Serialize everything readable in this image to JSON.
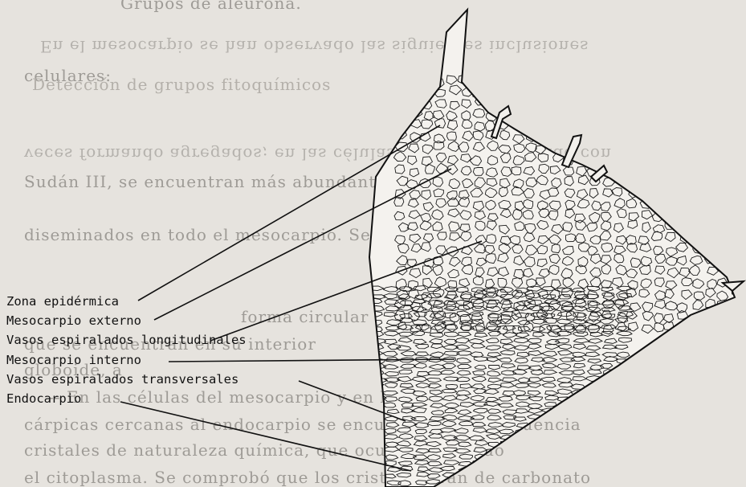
{
  "diagram": {
    "labels": [
      "Zona epidérmica",
      "Mesocarpio externo",
      "Vasos espiralados longitudinales",
      "Mesocarpio interno",
      "Vasos espiralados transversales",
      "Endocarpio"
    ],
    "colors": {
      "paper": "#e6e3de",
      "ink": "#111111",
      "bleed_text": "#9e9b96"
    }
  },
  "background_text": [
    "Grupos de aleurona.",
    "En el mesocarpio se han observado las siguientes inclusiones",
    "celulares:",
    "Detección de grupos fitoquímicos",
    "veces formando agregados; en las células del corte coloreado con",
    "Sudán III, se encuentran más abundantes en las evaginaciones",
    "diseminados en todo el mesocarpio. Se comprobó que no eran",
    "forma circular u",
    "que se encuentran en su interior",
    "globoide, a",
    "-- En las células del mesocarpio y en las células",
    "cárpicas cercanas al endocarpio se encuentran con frecuencia",
    "cristales de naturaleza química, que ocupan casi todo",
    "el citoplasma. Se comprobó que los cristales eran de carbonato"
  ]
}
